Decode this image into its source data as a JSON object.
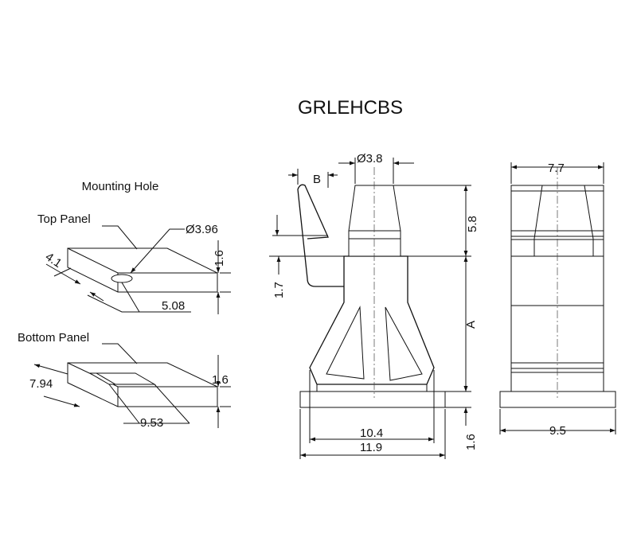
{
  "title": "GRLEHCBS",
  "mounting_hole": {
    "heading": "Mounting Hole",
    "top_panel": {
      "label": "Top Panel",
      "hole_diameter": "Ø3.96",
      "thickness": "1.6",
      "edge_distance": "4.1",
      "hole_offset": "5.08"
    },
    "bottom_panel": {
      "label": "Bottom Panel",
      "thickness": "1.6",
      "hole_width": "7.94",
      "hole_length": "9.53"
    }
  },
  "front_view": {
    "dim_b": "B",
    "dim_diameter": "Ø3.8",
    "dim_head_height": "5.8",
    "dim_hook": "1.7",
    "dim_a": "A",
    "dim_inner_width": "10.4",
    "dim_base_width": "11.9",
    "dim_base_thickness": "1.6"
  },
  "side_view": {
    "dim_top_width": "7.7",
    "dim_base_width": "9.5"
  }
}
